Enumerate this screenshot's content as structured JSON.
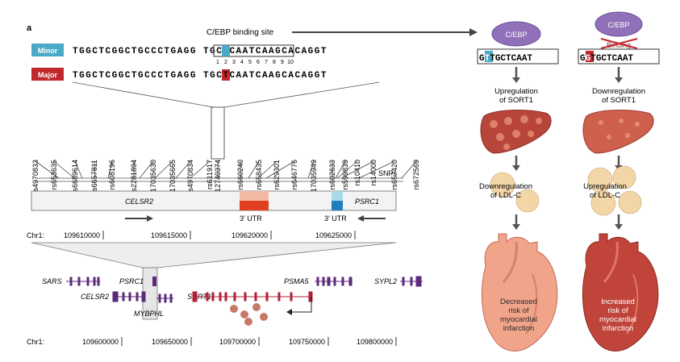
{
  "panel_label": "a",
  "cebp_site": {
    "label": "C/EBP binding site"
  },
  "alleles": {
    "minor": {
      "label": "Minor",
      "color": "#4aa9c6",
      "seq_pre": "TGGCTCGGCTGCCCTGAG",
      "seq_g": "G",
      "seq_var": "T",
      "seq_site": "TGCTCAAT",
      "seq_post": "CAAGCACAGGT"
    },
    "major": {
      "label": "Major",
      "color": "#c0282d",
      "seq_pre": "TGGCTCGGCTGCCCTGAG",
      "seq_g": "G",
      "seq_var": "G",
      "seq_site": "TGCTCAATCAAGCACAGGT"
    },
    "site_positions": [
      "1",
      "2",
      "3",
      "4",
      "5",
      "6",
      "7",
      "8",
      "9",
      "10"
    ]
  },
  "snps": {
    "label": "SNPs",
    "ids": [
      "rs4970833",
      "rs653635",
      "rs6689614",
      "rs6657811",
      "rs608196",
      "rs2281894",
      "rs17035630",
      "rs17035665",
      "rs4970834",
      "rs611917",
      "rs12740374",
      "rs660240",
      "rs658435",
      "rs629301",
      "rs646776",
      "rs17035949",
      "rs602633",
      "rs599839",
      "rs10410",
      "rs14000",
      "rs657420",
      "rs672569"
    ],
    "highlight": "rs12740374"
  },
  "genes_top": {
    "celsr2": "CELSR2",
    "psrc1": "PSRC1",
    "utr_left": "3′ UTR",
    "utr_right": "3′ UTR"
  },
  "chr_top": {
    "label": "Chr1:",
    "ticks": [
      "109610000",
      "109615000",
      "109620000",
      "109625000"
    ]
  },
  "genes_bottom": {
    "sars": "SARS",
    "psrc1": "PSRC1",
    "celsr2": "CELSR2",
    "sort1": "SORT1",
    "mybphl": "MYBPHL",
    "psma5": "PSMA5",
    "sypl2": "SYPL2"
  },
  "chr_bottom": {
    "label": "Chr1:",
    "ticks": [
      "109600000",
      "109650000",
      "109700000",
      "109750000",
      "109800000"
    ]
  },
  "right_minor": {
    "cebp": "C/EBP",
    "site_var": "T",
    "site_g": "G",
    "site_rest": "TGCTCAAT",
    "step1": [
      "Upregulation",
      "of SORT1"
    ],
    "step2": [
      "Downregulation",
      "of LDL-C"
    ],
    "step3": [
      "Decreased",
      "risk of",
      "myocardial",
      "infarction"
    ]
  },
  "right_major": {
    "cebp": "C/EBP",
    "binding": "Binding",
    "site_var": "G",
    "site_g": "G",
    "site_rest": "TGCTCAAT",
    "step1": [
      "Downregulation",
      "of SORT1"
    ],
    "step2": [
      "Upregulation",
      "of LDL-C"
    ],
    "step3": [
      "Increased",
      "risk of",
      "myocardial",
      "infarction"
    ]
  },
  "colors": {
    "cebp_purple": "#9070b8",
    "liver_minor": "#b8453a",
    "liver_major": "#d0604e",
    "heart_light": "#f0a48a",
    "heart_dark": "#c0443a",
    "arrow": "#555555",
    "ldl": "#f3d6a8",
    "gene_purple": "#5b2a7a",
    "sort1_red": "#b11f35"
  }
}
